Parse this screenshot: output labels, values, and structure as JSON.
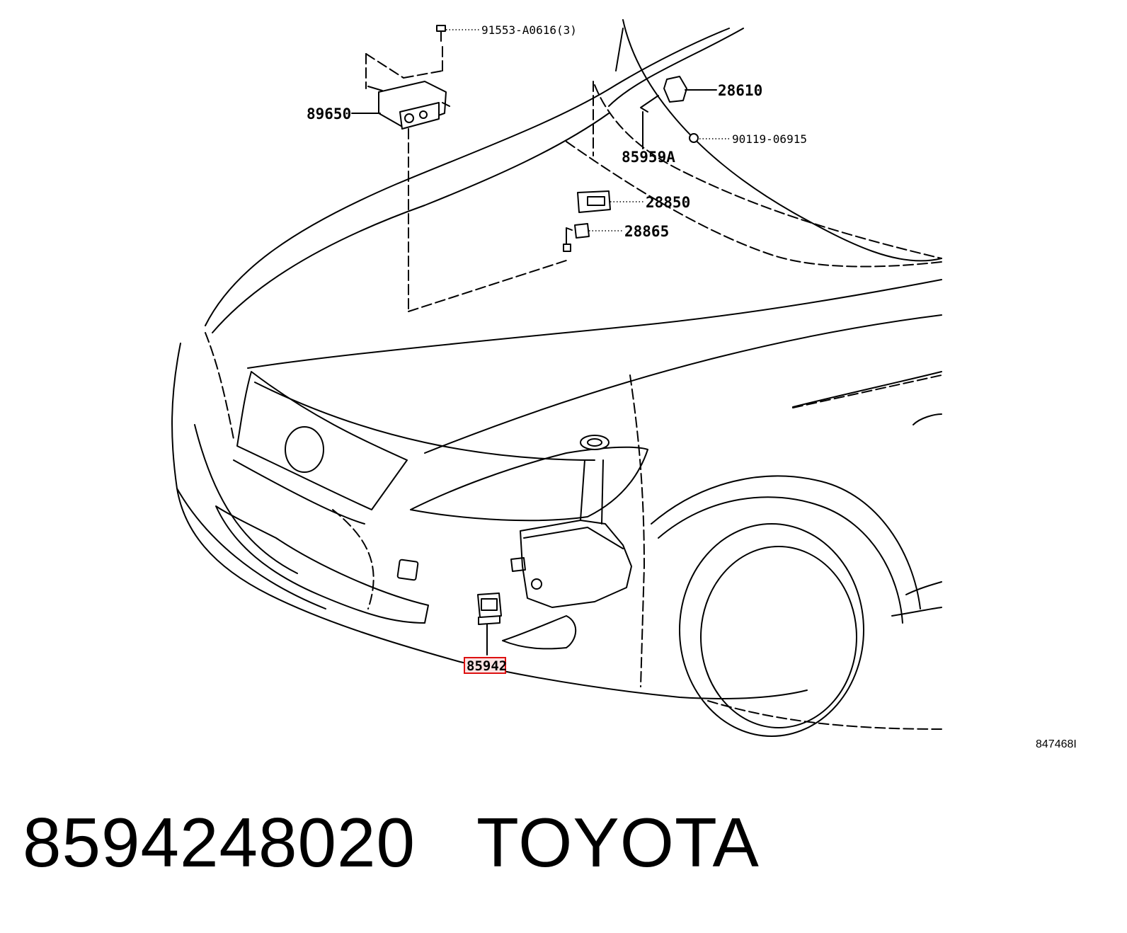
{
  "diagram": {
    "callouts": [
      {
        "id": "91553",
        "text": "91553-A0616(3)"
      },
      {
        "id": "89650",
        "text": "89650"
      },
      {
        "id": "28610",
        "text": "28610"
      },
      {
        "id": "90119",
        "text": "90119-06915"
      },
      {
        "id": "85959A",
        "text": "85959A"
      },
      {
        "id": "28850",
        "text": "28850"
      },
      {
        "id": "28865",
        "text": "28865"
      },
      {
        "id": "85942",
        "text": "85942",
        "highlighted": true
      }
    ],
    "figure_code": "847468I",
    "highlight_color": "#dd1111"
  },
  "footer": {
    "part_number": "8594248020",
    "brand": "TOYOTA"
  }
}
